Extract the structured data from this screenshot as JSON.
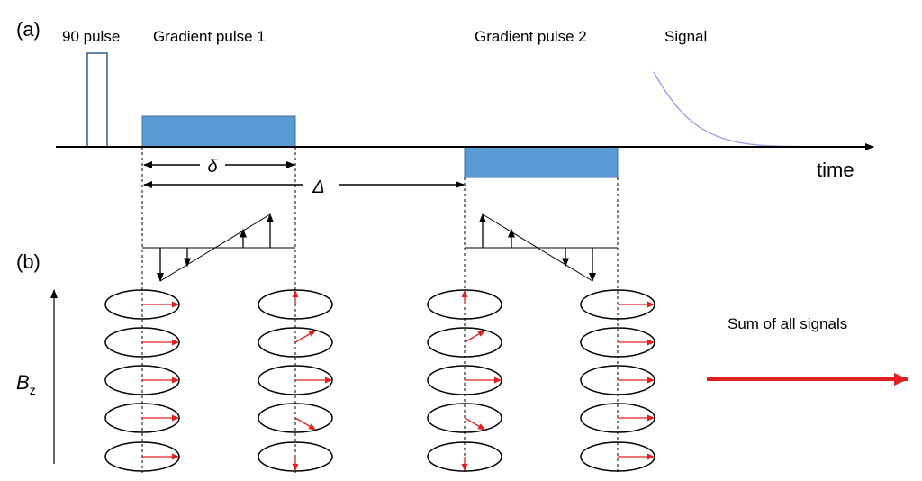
{
  "labels": {
    "panel_a": "(a)",
    "panel_b": "(b)",
    "pulse_90": "90 pulse",
    "gradient_1": "Gradient pulse 1",
    "gradient_2": "Gradient pulse 2",
    "signal": "Signal",
    "time": "time",
    "delta_small": "δ",
    "delta_big": "Δ",
    "bz_main": "B",
    "bz_sub": "z",
    "sum": "Sum of all signals"
  },
  "colors": {
    "gradient_fill": "#5b9bd5",
    "gradient_stroke": "#41719c",
    "pulse_stroke": "#2e5c8a",
    "signal_curve": "#9999ee",
    "arrow_red": "#e02020",
    "line": "#000000"
  },
  "spin_columns": [
    {
      "name": "after-90-pulse",
      "angles_deg": [
        0,
        0,
        0,
        0,
        0
      ]
    },
    {
      "name": "after-gradient-1",
      "angles_deg": [
        90,
        30,
        0,
        -30,
        -90
      ]
    },
    {
      "name": "before-gradient-2",
      "angles_deg": [
        90,
        30,
        0,
        -30,
        -90
      ]
    },
    {
      "name": "after-gradient-2",
      "angles_deg": [
        0,
        0,
        0,
        0,
        0
      ]
    }
  ],
  "gradient_profiles": [
    {
      "name": "gradient-1-profile",
      "arrow_levels": [
        -1,
        -0.55,
        0.55,
        1
      ]
    },
    {
      "name": "gradient-2-profile",
      "arrow_levels": [
        1,
        0.55,
        -0.55,
        -1
      ]
    }
  ]
}
